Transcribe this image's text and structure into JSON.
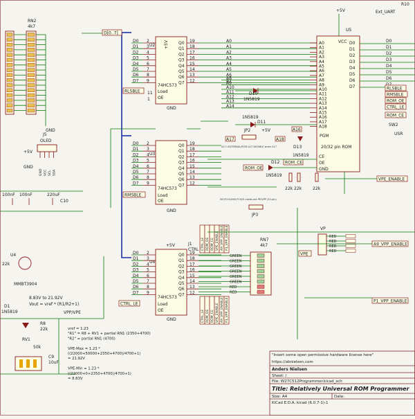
{
  "power": {
    "vcc": "+5V",
    "gnd": "GND"
  },
  "headers": {
    "bus_label": "D[0..7]",
    "ext_uart": "Ext_UART",
    "r10": "R10"
  },
  "latch_u2": {
    "ref": "U2",
    "part": "74HC573",
    "pins_d": [
      "D0",
      "D1",
      "D2",
      "D3",
      "D4",
      "D5",
      "D6",
      "D7"
    ],
    "pins_q": [
      "Q0",
      "Q1",
      "Q2",
      "Q3",
      "Q4",
      "Q5",
      "Q6",
      "Q7"
    ],
    "pin_nums_left": [
      "2",
      "3",
      "4",
      "5",
      "6",
      "7",
      "8",
      "9"
    ],
    "pin_nums_right": [
      "19",
      "18",
      "17",
      "16",
      "15",
      "14",
      "13",
      "12"
    ],
    "outputs": [
      "A0",
      "A1",
      "A2",
      "A3",
      "A4",
      "A5",
      "A6",
      "A7"
    ],
    "le_label": "Load",
    "oe_label": "OE",
    "le_pin": "11",
    "oe_pin": "1",
    "ctrl_net": "RLSBLE"
  },
  "latch_u3": {
    "ref": "U3",
    "part": "74HC573",
    "pins_d": [
      "D0",
      "D1",
      "D2",
      "D3",
      "D4",
      "D5",
      "D6",
      "D7"
    ],
    "pins_q": [
      "Q0",
      "Q1",
      "Q2",
      "Q3",
      "Q4",
      "Q5",
      "Q6",
      "Q7"
    ],
    "pin_nums_left": [
      "2",
      "3",
      "4",
      "5",
      "6",
      "7",
      "8",
      "9"
    ],
    "pin_nums_right": [
      "19",
      "18",
      "17",
      "16",
      "15",
      "14",
      "13",
      "12"
    ],
    "le_label": "Load",
    "oe_label": "OE",
    "ctrl_net": "RMSBLE"
  },
  "latch_u4": {
    "ref": "U4",
    "part": "74HC573",
    "pins_d": [
      "D0",
      "D1",
      "D2",
      "D3",
      "D4",
      "D5",
      "D6",
      "D7"
    ],
    "pins_q": [
      "Q0",
      "Q1",
      "Q2",
      "Q3",
      "Q4",
      "Q5",
      "Q6",
      "Q7"
    ],
    "pin_nums_left": [
      "2",
      "3",
      "4",
      "5",
      "6",
      "7",
      "8",
      "9"
    ],
    "pin_nums_right": [
      "19",
      "18",
      "17",
      "16",
      "15",
      "14",
      "13",
      "12"
    ],
    "le_label": "Load",
    "oe_label": "OE",
    "ctrl_net": "CTRL_LE",
    "conn_ref": "J1",
    "conn_name": "CTRL"
  },
  "rom": {
    "ref": "U5",
    "title": "20/32 pin ROM",
    "addr_pins": [
      "A0",
      "A1",
      "A2",
      "A3",
      "A4",
      "A5",
      "A6",
      "A7",
      "A8",
      "A9",
      "A10",
      "A11",
      "A12",
      "A13",
      "A14",
      "A15",
      "A16",
      "A17",
      "A18"
    ],
    "data_pins": [
      "D0",
      "D1",
      "D2",
      "D3",
      "D4",
      "D5",
      "D6",
      "D7"
    ],
    "ctrl_pins": [
      "CE",
      "OE",
      "GND"
    ],
    "pgm": "PGM",
    "vcc": "VCC",
    "extra_label": "A16",
    "a17": "A17",
    "a18": "A18"
  },
  "diodes": {
    "d10": "D10",
    "d10_part": "1N5819",
    "d11": "D11",
    "d11_part": "1N5819",
    "d12": "D12",
    "d12_part": "1N5819",
    "d13": "D13",
    "d13_part": "1N5819",
    "d1": "D1",
    "d1_part": "1N5819"
  },
  "jumpers": {
    "jp2": "JP2",
    "jp3": "JP3",
    "jp2_note": "A17=EXTERNAL/ROM A17   DISABLE when A17",
    "jp3_note": "W27C010/W27C020 needs ext PE/VPP (32-pin)"
  },
  "net_labels": {
    "rom_oe": "ROM_OE",
    "rom_ce": "ROM_CE",
    "rlsble": "RLSBLE",
    "rmsble": "RMSBLE",
    "ctrl_le": "CTRL_LE",
    "vpe_enable": "VPE_ENABLE",
    "a9_vpp_enable": "A9_VPP_ENABLE",
    "p1_vpp_enable": "P1_VPP_ENABLE",
    "vpe": "VPE",
    "vp": "VP",
    "sw2": "SW2",
    "usr": "USR"
  },
  "resistors": {
    "rn2": "RN2",
    "rn2_val": "4k7",
    "rn7": "RN7",
    "rn7_val": "4k7",
    "r_22k": "22k"
  },
  "leds": {
    "green": "GREEN",
    "red": "RED",
    "rows": [
      "GREEN",
      "GREEN",
      "GREEN",
      "GREEN",
      "GREEN",
      "GREEN",
      "RED",
      "RED"
    ]
  },
  "oled": {
    "ref": "J5",
    "name": "OLED",
    "pins": [
      "GND",
      "VCC",
      "SCL",
      "SDA"
    ]
  },
  "caps": {
    "c1": "100nF",
    "c2": "100nF",
    "c10": "220uF",
    "c10_ref": "C10",
    "c9": "C9",
    "c9_val": "10uF"
  },
  "regulator": {
    "ref": "U4",
    "q": "MMBT3904",
    "r": "22k",
    "d1": "D1",
    "d1_part": "1N5819",
    "vpp": "VPP/VPE",
    "rv1": "RV1",
    "rv1_val": "50k",
    "r8": "R8",
    "r8_val": "22k",
    "note_range": "8.83V to 21.92V",
    "note_formula": "Vout = vref * (R1/R2+1)",
    "calc": [
      "vref = 1.23",
      "\"R1\" = R8 + RV1 + partial RN1 (2350+4700)",
      "\"R2\" = partial RN1 (4700)",
      "",
      "VPE-Max = 1.23 *",
      " ((22000+50000+2350+4700)/4700+1)",
      " = 21.92V",
      "",
      "VPE-Min = 1.23 *",
      " ((22000+0+2350+4700)/4700+1)",
      " = 8.83V"
    ]
  },
  "title_block": {
    "license": "\"Insert some open permissive hardware license here\"",
    "url": "https://abnielsen.com",
    "author": "Anders Nielsen",
    "sheet": "Sheet: /",
    "file": "File: W27C512Programmer.kicad_sch",
    "title": "Title: Relatively Universal ROM Programmer",
    "size": "Size: A4",
    "date": "Date:",
    "tool": "KiCad E.D.A.  kicad (6.0.7-1)-1"
  }
}
